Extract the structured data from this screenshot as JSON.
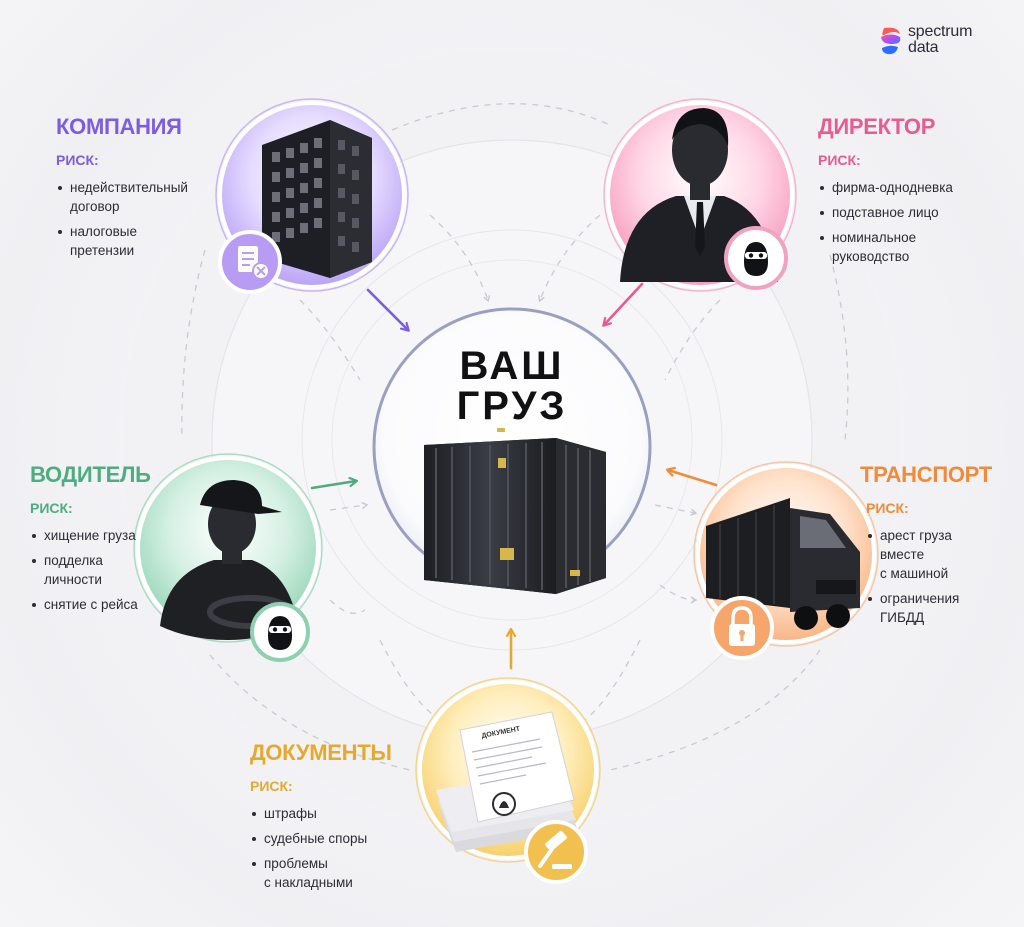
{
  "brand": {
    "line1": "spectrum",
    "line2": "data"
  },
  "center": {
    "line1": "ВАШ",
    "line2": "ГРУЗ"
  },
  "risk_label": "РИСК:",
  "company": {
    "title": "КОМПАНИЯ",
    "items": [
      "недействительный\nдоговор",
      "налоговые\nпретензии"
    ]
  },
  "director": {
    "title": "ДИРЕКТОР",
    "items": [
      "фирма-однодневка",
      "подставное лицо",
      "номинальное\nруководство"
    ]
  },
  "driver": {
    "title": "ВОДИТЕЛЬ",
    "items": [
      "хищение груза",
      "подделка\nличности",
      "снятие с рейса"
    ]
  },
  "transport": {
    "title": "ТРАНСПОРТ",
    "items": [
      "арест груза\nвместе\nс машиной",
      "ограничения\nГИБДД"
    ]
  },
  "documents": {
    "title": "ДОКУМЕНТЫ",
    "items": [
      "штрафы",
      "судебные споры",
      "проблемы\nс накладными"
    ],
    "paper_label": "ДОКУМЕНТ"
  },
  "colors": {
    "purple": "#7c5ce0",
    "pink": "#e75b92",
    "green": "#4fab80",
    "orange": "#ef8b3a",
    "yellow": "#e6a92c",
    "center_ring": "#9aa0bf"
  },
  "icons": {
    "company": "office-building-icon",
    "company_badge": "document-cancel-icon",
    "director": "businessman-silhouette-icon",
    "director_badge": "masked-person-icon",
    "driver": "driver-silhouette-icon",
    "driver_badge": "masked-person-icon",
    "transport": "truck-icon",
    "transport_badge": "padlock-icon",
    "documents": "document-stack-icon",
    "documents_badge": "gavel-icon",
    "center": "shipping-container-icon"
  }
}
